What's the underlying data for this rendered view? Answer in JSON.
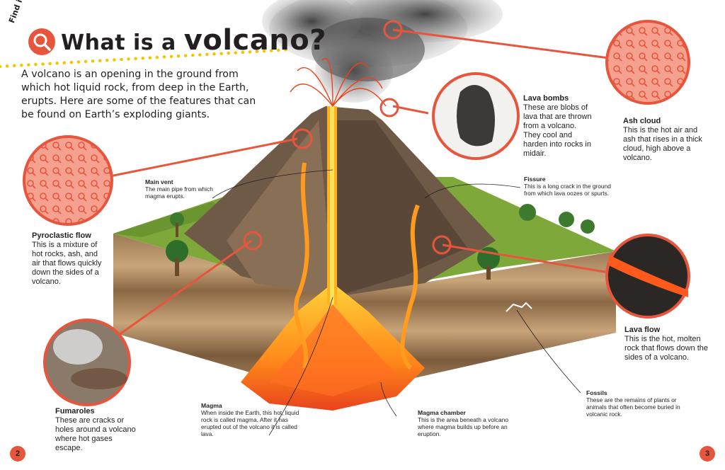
{
  "header": {
    "find_it": "Find it!",
    "title_prefix": "What is a",
    "title_main": "volcano?"
  },
  "intro": "A volcano is an opening in the ground from which hot liquid rock, from deep in the Earth, erupts. Here are some of the features that can be found on Earth’s exploding giants.",
  "labels": {
    "main_vent": {
      "title": "Main vent",
      "text": "The main pipe from which magma erupts."
    },
    "pyroclastic": {
      "title": "Pyroclastic flow",
      "text": "This is a mixture of hot rocks, ash, and air that flows quickly down the sides of a volcano."
    },
    "fumaroles": {
      "title": "Fumaroles",
      "text": "These are cracks or holes around a volcano where hot gases escape."
    },
    "magma": {
      "title": "Magma",
      "text": "When inside the Earth, this hot, liquid rock is called magma. After it has erupted out of the volcano it is called lava."
    },
    "chamber": {
      "title": "Magma chamber",
      "text": "This is the area beneath a volcano where magma builds up before an eruption."
    },
    "fossils": {
      "title": "Fossils",
      "text": "These are the remains of plants or animals that often become buried in volcanic rock."
    },
    "fissure": {
      "title": "Fissure",
      "text": "This is a long crack in the ground from which lava oozes or spurts."
    },
    "lava_bombs": {
      "title": "Lava bombs",
      "text": "These are blobs of lava that are thrown from a volcano. They cool and harden into rocks in midair."
    },
    "ash_cloud": {
      "title": "Ash cloud",
      "text": "This is the hot air and ash that rises in a thick cloud, high above a volcano."
    },
    "lava_flow": {
      "title": "Lava flow",
      "text": "This is the hot, molten rock that flows down the sides of a volcano."
    }
  },
  "pages": {
    "left": "2",
    "right": "3"
  },
  "colors": {
    "accent": "#e8553d",
    "dots": "#f2c500",
    "text": "#231f20"
  },
  "icons": [
    "magnifier-icon"
  ]
}
